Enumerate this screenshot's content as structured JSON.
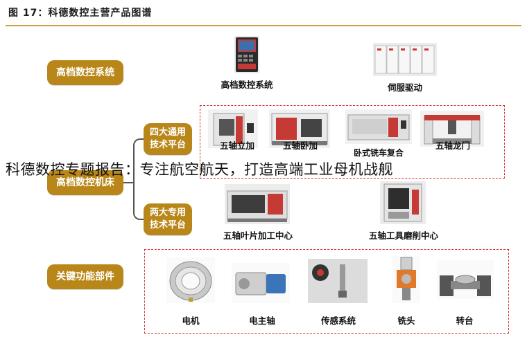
{
  "figure_title": "图 17：科德数控主营产品图谱",
  "categories": {
    "cnc_system": "高档数控系统",
    "machine_tool": "高档数控机床",
    "general_platform": "四大通用\n技术平台",
    "special_platform": "两大专用\n技术平台",
    "key_parts": "关键功能部件"
  },
  "products": {
    "cnc_system_label": "高档数控系统",
    "servo_label": "伺服驱动",
    "vertical_label": "五轴立加",
    "horizontal_label": "五轴卧加",
    "lathe_label": "卧式铣车复合",
    "gantry_label": "五轴龙门",
    "blade_label": "五轴叶片加工中心",
    "grinder_label": "五轴工具磨削中心",
    "motor_label": "电机",
    "spindle_label": "电主轴",
    "sensor_label": "传感系统",
    "head_label": "铣头",
    "table_label": "转台"
  },
  "overlay": "科德数控专题报告：专注航空航天，打造高端工业母机战舰",
  "colors": {
    "pill": "#b98719",
    "dashed": "#d0312d",
    "rule": "#c8a13a"
  }
}
